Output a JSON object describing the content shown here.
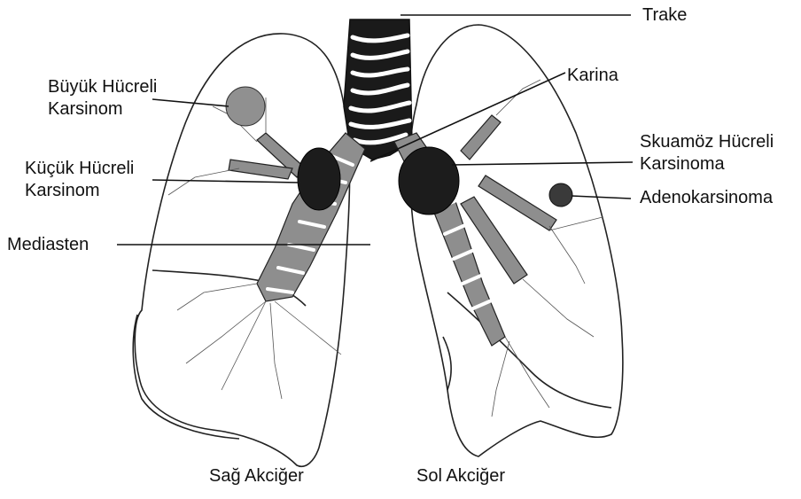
{
  "labels": {
    "trake": "Trake",
    "karina": "Karina",
    "buyuk_line1": "Büyük Hücreli",
    "buyuk_line2": "Karsinom",
    "skuamoz_line1": "Skuamöz Hücreli",
    "skuamoz_line2": "Karsinoma",
    "kucuk_line1": "Küçük Hücreli",
    "kucuk_line2": "Karsinom",
    "adeno": "Adenokarsinoma",
    "mediasten": "Mediasten",
    "sag_akciger": "Sağ Akciğer",
    "sol_akciger": "Sol Akciğer"
  },
  "colors": {
    "outline": "#222222",
    "trachea_ring": "#1a1a1a",
    "bronchus_gray": "#8e8e8e",
    "large_cell_tumor": "#909090",
    "dark_tumor": "#1c1c1c",
    "adeno_tumor": "#3a3a3a",
    "text": "#111111"
  }
}
